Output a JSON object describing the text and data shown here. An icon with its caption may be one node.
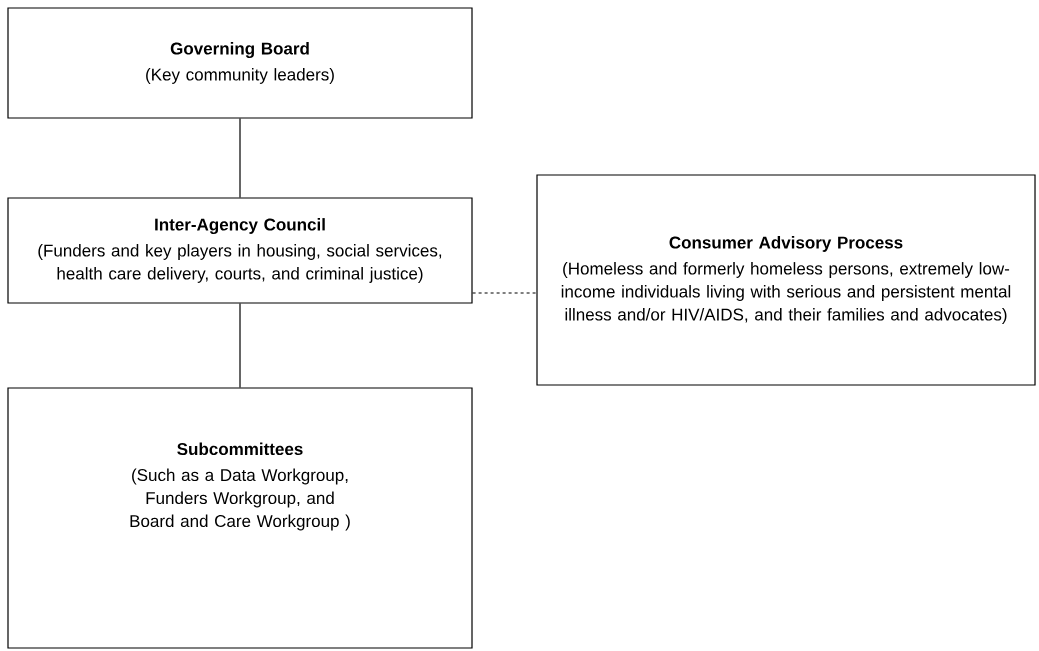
{
  "diagram": {
    "nodes": [
      {
        "text": [
          "Governing Board",
          "(Key community leaders)"
        ]
      },
      {
        "text": [
          "Inter-Agency Council",
          "(Funders and key players in housing, social services, health care delivery, courts, and criminal justice)"
        ]
      },
      {
        "text": [
          "Consumer Advisory Process",
          "(Homeless and formerly homeless persons, extremely low-income individuals living with serious and persistent mental illness and/or HIV/AIDS, and their families and advocates)"
        ]
      },
      {
        "text": [
          "Subcommittees",
          "(Such as a Data Workgroup, Funders Workgroup, and Board and Care Workgroup )"
        ]
      }
    ],
    "edges": [
      {
        "from": 0,
        "to": 1,
        "arrow": "none"
      },
      {
        "from": 1,
        "to": 2,
        "arrow": "none",
        "style": "dashed"
      },
      {
        "from": 1,
        "to": 3,
        "arrow": "none"
      }
    ]
  }
}
